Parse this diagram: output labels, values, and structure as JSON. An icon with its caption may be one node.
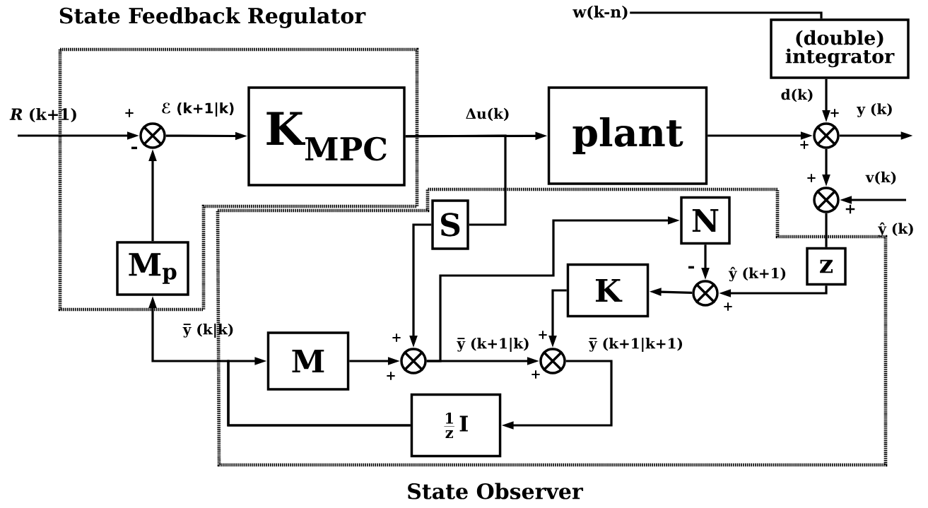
{
  "diagram": {
    "nodes": [
      {
        "text": [
          "State Feedback Regulator"
        ]
      },
      {
        "text": [],
        "shape": "circle",
        "in": 0
      },
      {
        "text": [
          "K$_{MPC}$"
        ],
        "in": 0
      },
      {
        "text": [
          "M$_{p}$"
        ],
        "in": 0
      },
      {
        "text": [
          "w(k-n)"
        ]
      },
      {
        "text": [
          "(double) integrator"
        ]
      },
      {
        "text": [
          "plant"
        ]
      },
      {
        "text": [],
        "shape": "circle"
      },
      {
        "text": [],
        "shape": "circle"
      },
      {
        "text": [
          "State Observer"
        ]
      },
      {
        "text": [
          "S"
        ],
        "in": 9
      },
      {
        "text": [
          "N"
        ],
        "in": 9
      },
      {
        "text": [
          "z"
        ],
        "in": 9
      },
      {
        "text": [],
        "shape": "circle",
        "in": 9
      },
      {
        "text": [
          "K"
        ],
        "in": 9
      },
      {
        "text": [
          "M"
        ],
        "in": 9
      },
      {
        "text": [],
        "shape": "circle",
        "in": 9
      },
      {
        "text": [],
        "shape": "circle",
        "in": 9
      },
      {
        "text": [
          "\\frac{\\mathbf{1}}{\\mathbf{z}}\\,\\mathbf{I}"
        ],
        "in": 9
      }
    ],
    "edges": [
      {
        "from": null,
        "to": 1,
        "arrow": "to"
      },
      {
        "from": 1,
        "to": 2,
        "arrow": "to"
      },
      {
        "from": 2,
        "to": 6,
        "arrow": "to"
      },
      {
        "from": 2,
        "to": 10,
        "arrow": "none"
      },
      {
        "from": 4,
        "to": 5,
        "arrow": "none"
      },
      {
        "from": 5,
        "to": 7,
        "arrow": "to"
      },
      {
        "from": 6,
        "to": 7,
        "arrow": "to"
      },
      {
        "from": 7,
        "to": null,
        "arrow": "to"
      },
      {
        "from": 7,
        "to": 8,
        "arrow": "to"
      },
      {
        "from": null,
        "to": 8,
        "arrow": "to"
      },
      {
        "from": 8,
        "to": 12,
        "arrow": "none"
      },
      {
        "from": 12,
        "to": 13,
        "arrow": "to"
      },
      {
        "from": 11,
        "to": 13,
        "arrow": "to"
      },
      {
        "from": 13,
        "to": 14,
        "arrow": "to"
      },
      {
        "from": 14,
        "to": 17,
        "arrow": "to"
      },
      {
        "from": 16,
        "to": 17,
        "arrow": "to"
      },
      {
        "from": 16,
        "to": 11,
        "arrow": "to"
      },
      {
        "from": 17,
        "to": 18,
        "arrow": "to"
      },
      {
        "from": 18,
        "to": 15,
        "arrow": "to"
      },
      {
        "from": 18,
        "to": 3,
        "arrow": "to"
      },
      {
        "from": 15,
        "to": 16,
        "arrow": "to"
      },
      {
        "from": 10,
        "to": 16,
        "arrow": "to"
      },
      {
        "from": 3,
        "to": 1,
        "arrow": "to"
      }
    ],
    "labels": [
      "*R* (k+1)",
      "+",
      "ℰ (k+1|k)",
      "-",
      "Δu(k)",
      "d(k)",
      "+",
      "y (k)",
      "+",
      "+",
      "v(k)",
      "+",
      "ŷ (k)",
      "-",
      "ŷ (k+1)",
      "+",
      "y̅ (k|k)",
      "+",
      "y̅ (k+1|k)",
      "+",
      "y̅ (k+1|k+1)",
      "+",
      "+"
    ]
  }
}
